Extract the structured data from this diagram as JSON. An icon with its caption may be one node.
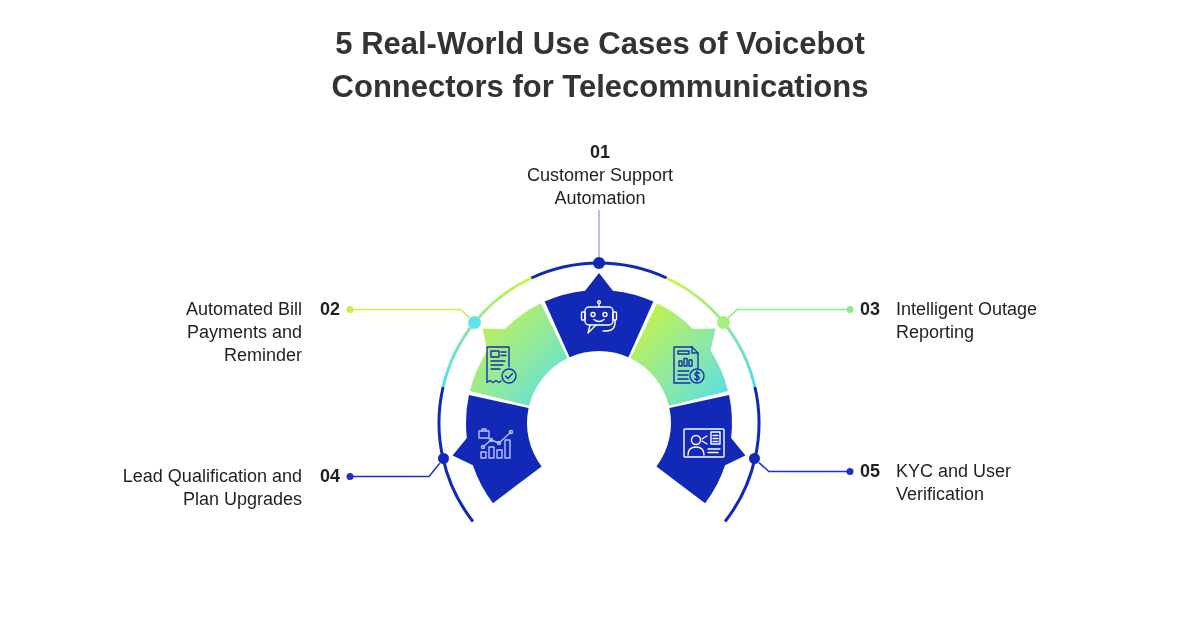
{
  "diagram": {
    "title": "5 Real-World Use Cases of Voicebot Connectors for Telecommunications",
    "nodes": [
      {
        "text": [
          "01",
          "Customer Support Automation"
        ]
      },
      {
        "text": [
          "Automated Bill Payments and Reminder",
          "02"
        ]
      },
      {
        "text": [
          "03",
          "Intelligent Outage Reporting"
        ]
      },
      {
        "text": [
          "Lead Qualification and Plan Upgrades",
          "04"
        ]
      },
      {
        "text": [
          "05",
          "KYC and User Verification"
        ]
      },
      {
        "text": [],
        "shape": "circle"
      },
      {
        "text": [],
        "shape": "circle"
      },
      {
        "text": [],
        "shape": "circle"
      },
      {
        "text": [],
        "shape": "circle"
      },
      {
        "text": [],
        "shape": "circle"
      }
    ],
    "edges": [
      {
        "from": 0,
        "to": 5,
        "arrow": "none",
        "color": "#9fa9ea"
      },
      {
        "from": 1,
        "to": 6,
        "arrow": "other",
        "color": "#c6f04c"
      },
      {
        "from": 2,
        "to": 7,
        "arrow": "other",
        "color": "#8fe98f"
      },
      {
        "from": 3,
        "to": 8,
        "arrow": "other"
      },
      {
        "from": 4,
        "to": 9,
        "arrow": "other"
      }
    ]
  }
}
